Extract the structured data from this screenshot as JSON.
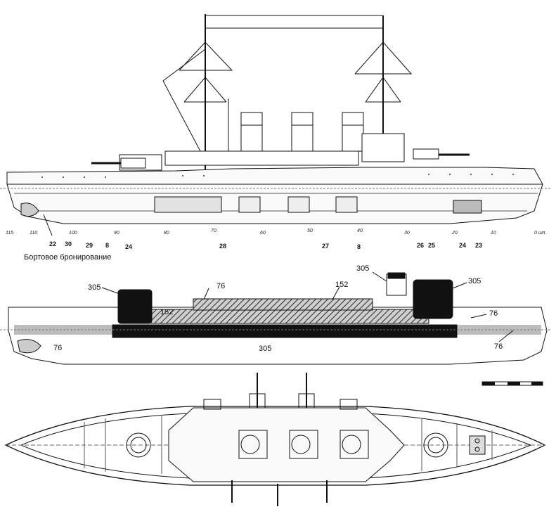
{
  "armor_section": {
    "caption": "Бортовое бронирование",
    "thickness_labels": [
      "305",
      "76",
      "152",
      "305",
      "305",
      "152",
      "76",
      "305",
      "76",
      "76"
    ]
  },
  "profile": {
    "frame_numbers": [
      "115",
      "110",
      "100",
      "90",
      "80",
      "70",
      "60",
      "50",
      "40",
      "30",
      "20",
      "10",
      "0 шп."
    ],
    "callouts": [
      "22",
      "30",
      "29",
      "8",
      "24",
      "28",
      "27",
      "8",
      "26",
      "25",
      "24",
      "23"
    ]
  }
}
